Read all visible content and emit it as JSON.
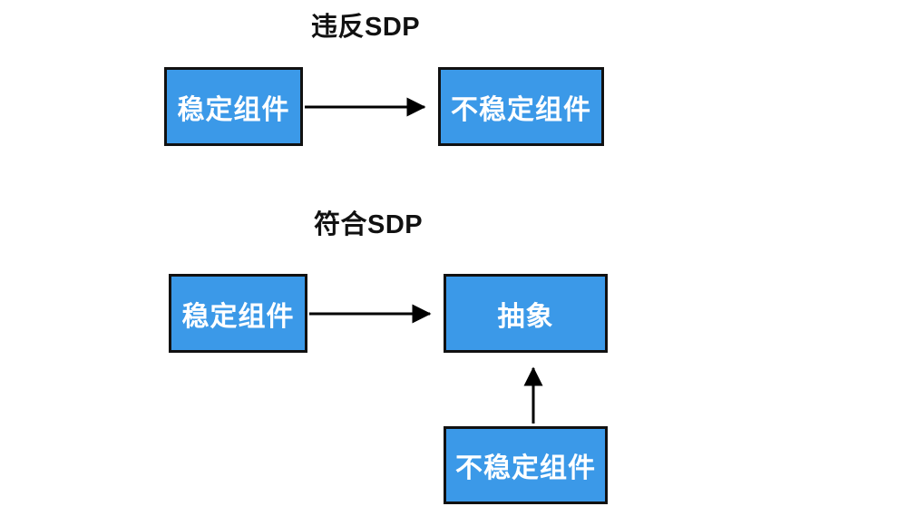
{
  "diagram": {
    "sections": [
      {
        "title": "违反SDP",
        "boxes": [
          {
            "label": "稳定组件"
          },
          {
            "label": "不稳定组件"
          }
        ],
        "relation": "稳定组件 → 不稳定组件"
      },
      {
        "title": "符合SDP",
        "boxes": [
          {
            "label": "稳定组件"
          },
          {
            "label": "抽象"
          },
          {
            "label": "不稳定组件"
          }
        ],
        "relation": "稳定组件 → 抽象 ← 不稳定组件"
      }
    ],
    "colors": {
      "box_fill": "#3b99e8",
      "box_border": "#111111",
      "box_text": "#ffffff",
      "arrow": "#000000",
      "title_text": "#111111",
      "background": "#ffffff"
    }
  }
}
